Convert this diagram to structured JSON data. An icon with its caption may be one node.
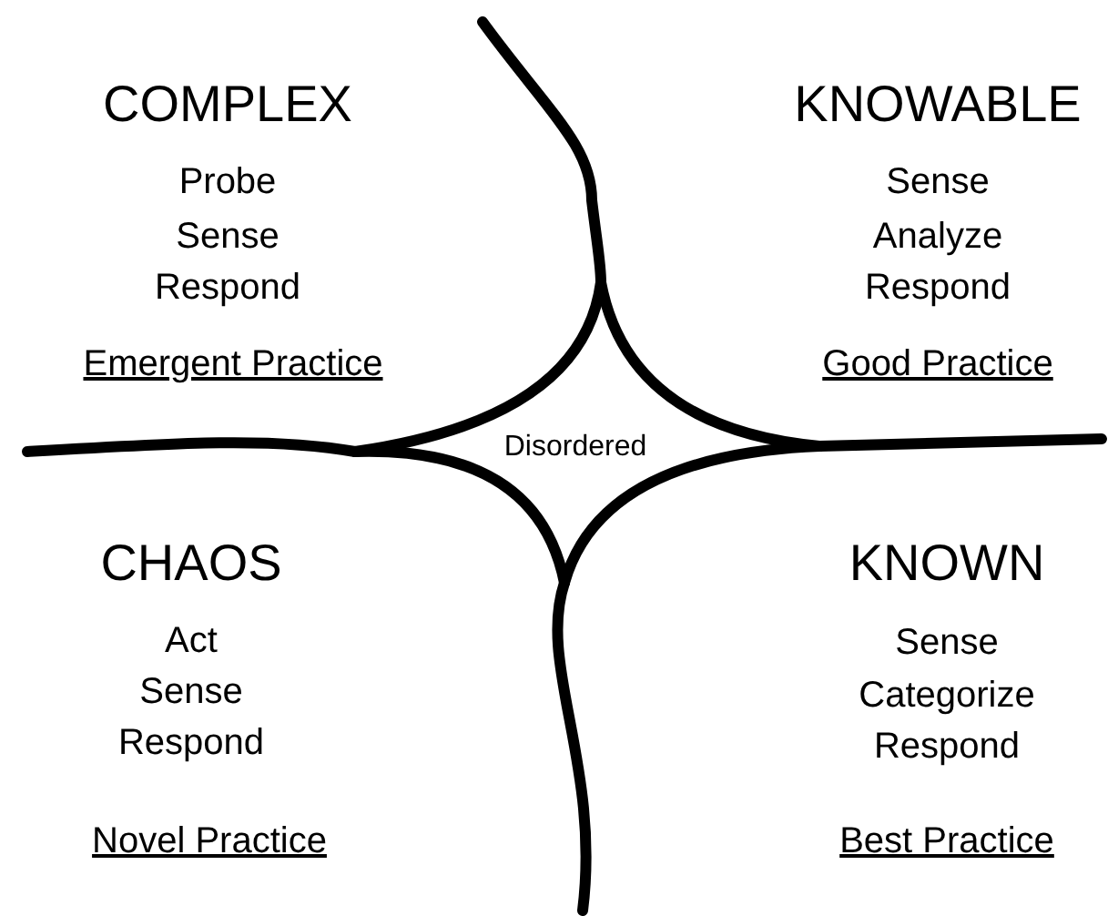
{
  "diagram": {
    "nodes": [
      {
        "text": [
          "Disordered"
        ]
      }
    ],
    "edges": [],
    "labels": [
      "COMPLEX",
      "Probe",
      "Sense",
      "Respond",
      "Emergent Practice",
      "KNOWABLE",
      "Sense",
      "Analyze",
      "Respond",
      "Good Practice",
      "CHAOS",
      "Act",
      "Sense",
      "Respond",
      "Novel Practice",
      "KNOWN",
      "Sense",
      "Categorize",
      "Respond",
      "Best Practice"
    ]
  }
}
